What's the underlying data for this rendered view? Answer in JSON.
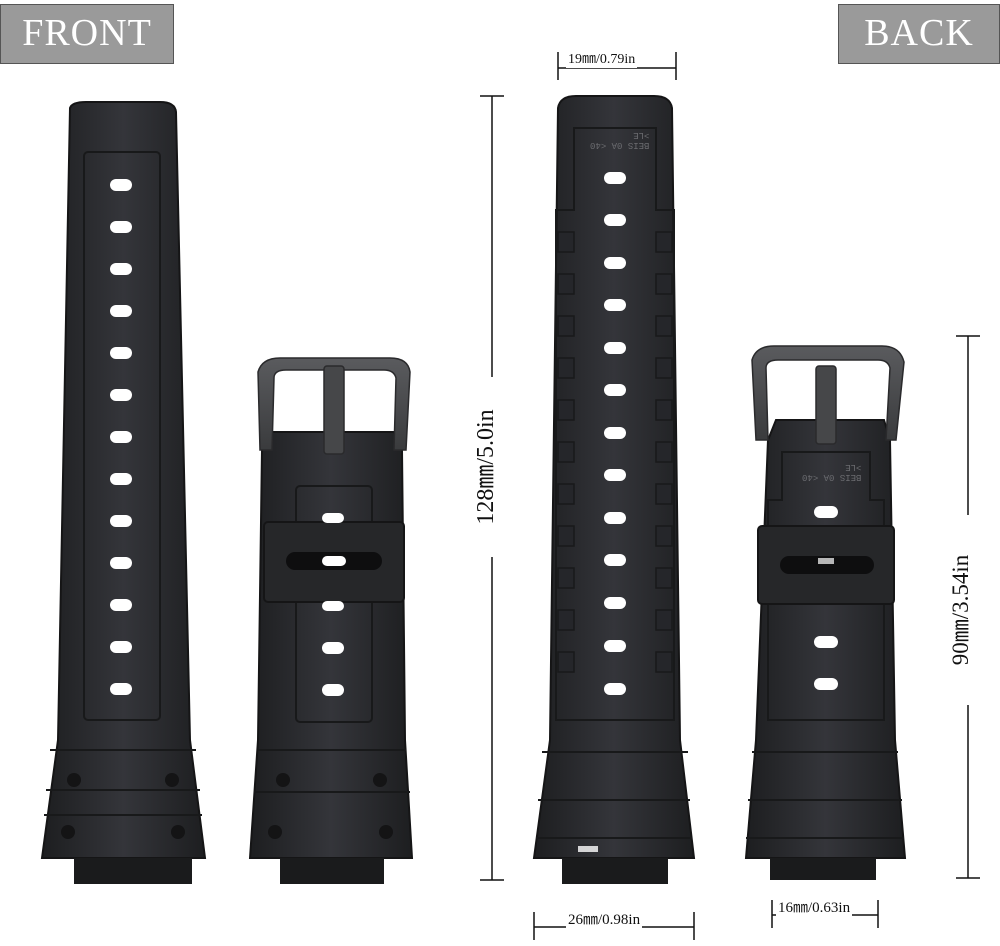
{
  "labels": {
    "front": "FRONT",
    "back": "BACK"
  },
  "dimensions": {
    "total_length": "128㎜/5.0in",
    "short_length": "90㎜/3.54in",
    "lug_width": "19㎜/0.79in",
    "long_strap_end_width": "26㎜/0.98in",
    "short_strap_end_width": "16㎜/0.63in"
  },
  "stamp_text": "BEIS 0A <40\n>LE",
  "colors": {
    "strap": "#2b2c2e",
    "strap_edge": "#1a1a1b",
    "buckle": "#4a4b4d",
    "label_bg": "#9a9a9a",
    "background": "#ffffff"
  }
}
